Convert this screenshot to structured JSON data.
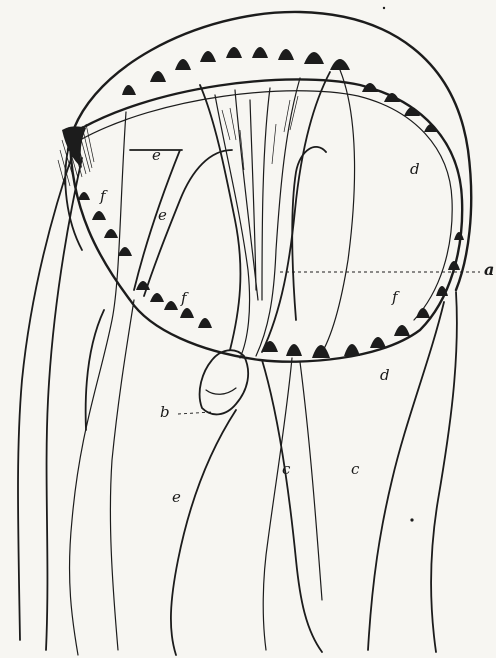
{
  "figure": {
    "labels": {
      "a": "a",
      "b": "b",
      "c1": "c",
      "c2": "c",
      "d1": "d",
      "d2": "d",
      "e1": "e",
      "e2": "e",
      "e3": "e",
      "f1": "f",
      "f2": "f",
      "f3": "f"
    }
  }
}
